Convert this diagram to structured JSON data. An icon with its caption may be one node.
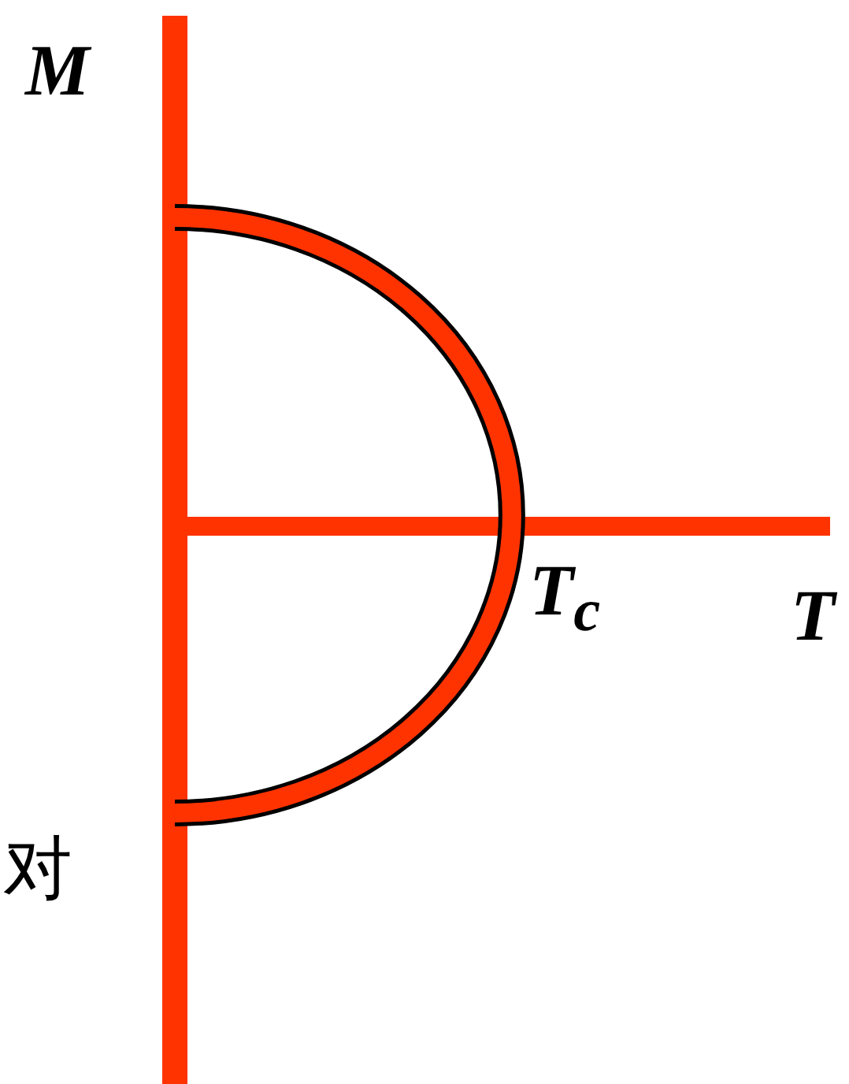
{
  "diagram": {
    "labels": [
      "M",
      "T$_{c}$",
      "T",
      "对"
    ]
  }
}
